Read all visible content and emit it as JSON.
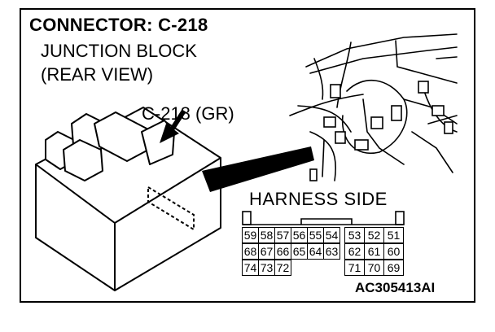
{
  "diagram": {
    "title": "CONNECTOR: C-218",
    "subtitle_line1": "JUNCTION BLOCK",
    "subtitle_line2": "(REAR VIEW)",
    "callout_label": "C-218 (GR)",
    "harness_label": "HARNESS SIDE",
    "figure_code": "AC305413AI"
  },
  "connector": {
    "rows": [
      [
        "59",
        "58",
        "57",
        "56",
        "55",
        "54",
        "53",
        "52",
        "51"
      ],
      [
        "68",
        "67",
        "66",
        "65",
        "64",
        "63",
        "62",
        "61",
        "60"
      ],
      [
        "74",
        "73",
        "72",
        "",
        "",
        "",
        "71",
        "70",
        "69"
      ]
    ]
  }
}
